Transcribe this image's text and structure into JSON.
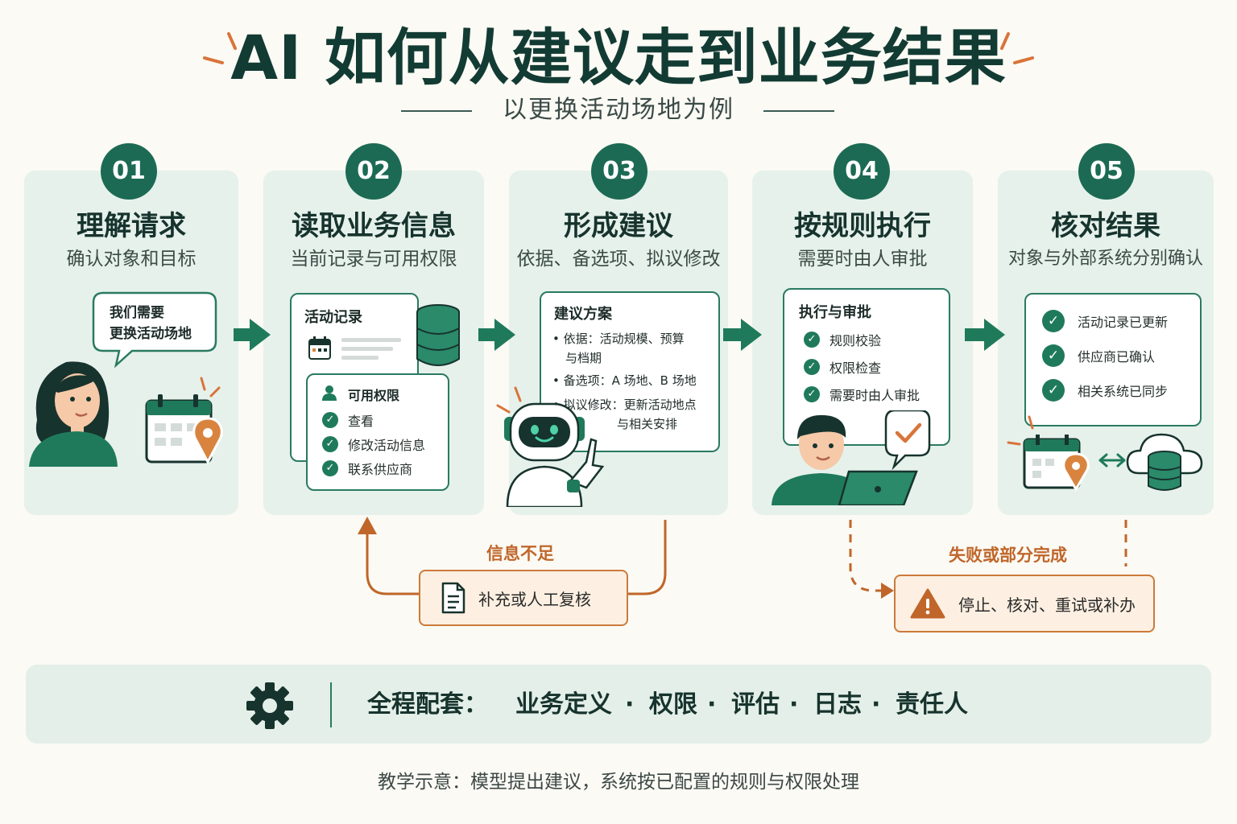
{
  "header": {
    "title": "AI 如何从建议走到业务结果",
    "subtitle": "以更换活动场地为例"
  },
  "steps": [
    {
      "num": "01",
      "title": "理解请求",
      "subtitle": "确认对象和目标"
    },
    {
      "num": "02",
      "title": "读取业务信息",
      "subtitle": "当前记录与可用权限"
    },
    {
      "num": "03",
      "title": "形成建议",
      "subtitle": "依据、备选项、拟议修改"
    },
    {
      "num": "04",
      "title": "按规则执行",
      "subtitle": "需要时由人审批"
    },
    {
      "num": "05",
      "title": "核对结果",
      "subtitle": "对象与外部系统分别确认"
    }
  ],
  "step1": {
    "bubble_line1": "我们需要",
    "bubble_line2": "更换活动场地"
  },
  "step2": {
    "record_card_title": "活动记录",
    "permissions_title": "可用权限",
    "permissions": [
      "查看",
      "修改活动信息",
      "联系供应商"
    ]
  },
  "step3": {
    "card_title": "建议方案",
    "items": [
      {
        "line1": "• 依据：活动规模、预算",
        "line2": "与档期"
      },
      {
        "line1": "• 备选项：A 场地、B 场地",
        "line2": ""
      },
      {
        "line1": "• 拟议修改：更新活动地点",
        "line2": "与相关安排"
      }
    ]
  },
  "step4": {
    "card_title": "执行与审批",
    "items": [
      "规则校验",
      "权限检查",
      "需要时由人审批"
    ]
  },
  "step5": {
    "items": [
      "活动记录已更新",
      "供应商已确认",
      "相关系统已同步"
    ]
  },
  "loops": {
    "left_label": "信息不足",
    "left_box": "补充或人工复核",
    "right_label": "失败或部分完成",
    "right_box": "停止、核对、重试或补办"
  },
  "band": {
    "lead": "全程配套：",
    "items": [
      "业务定义",
      "权限",
      "评估",
      "日志",
      "责任人"
    ],
    "sep": "·"
  },
  "footer": "教学示意：模型提出建议，系统按已配置的规则与权限处理",
  "colors": {
    "primary": "#1c6a54",
    "accent": "#cc7a3a",
    "panel": "#e6f1eb",
    "background": "#fbfaf4"
  }
}
